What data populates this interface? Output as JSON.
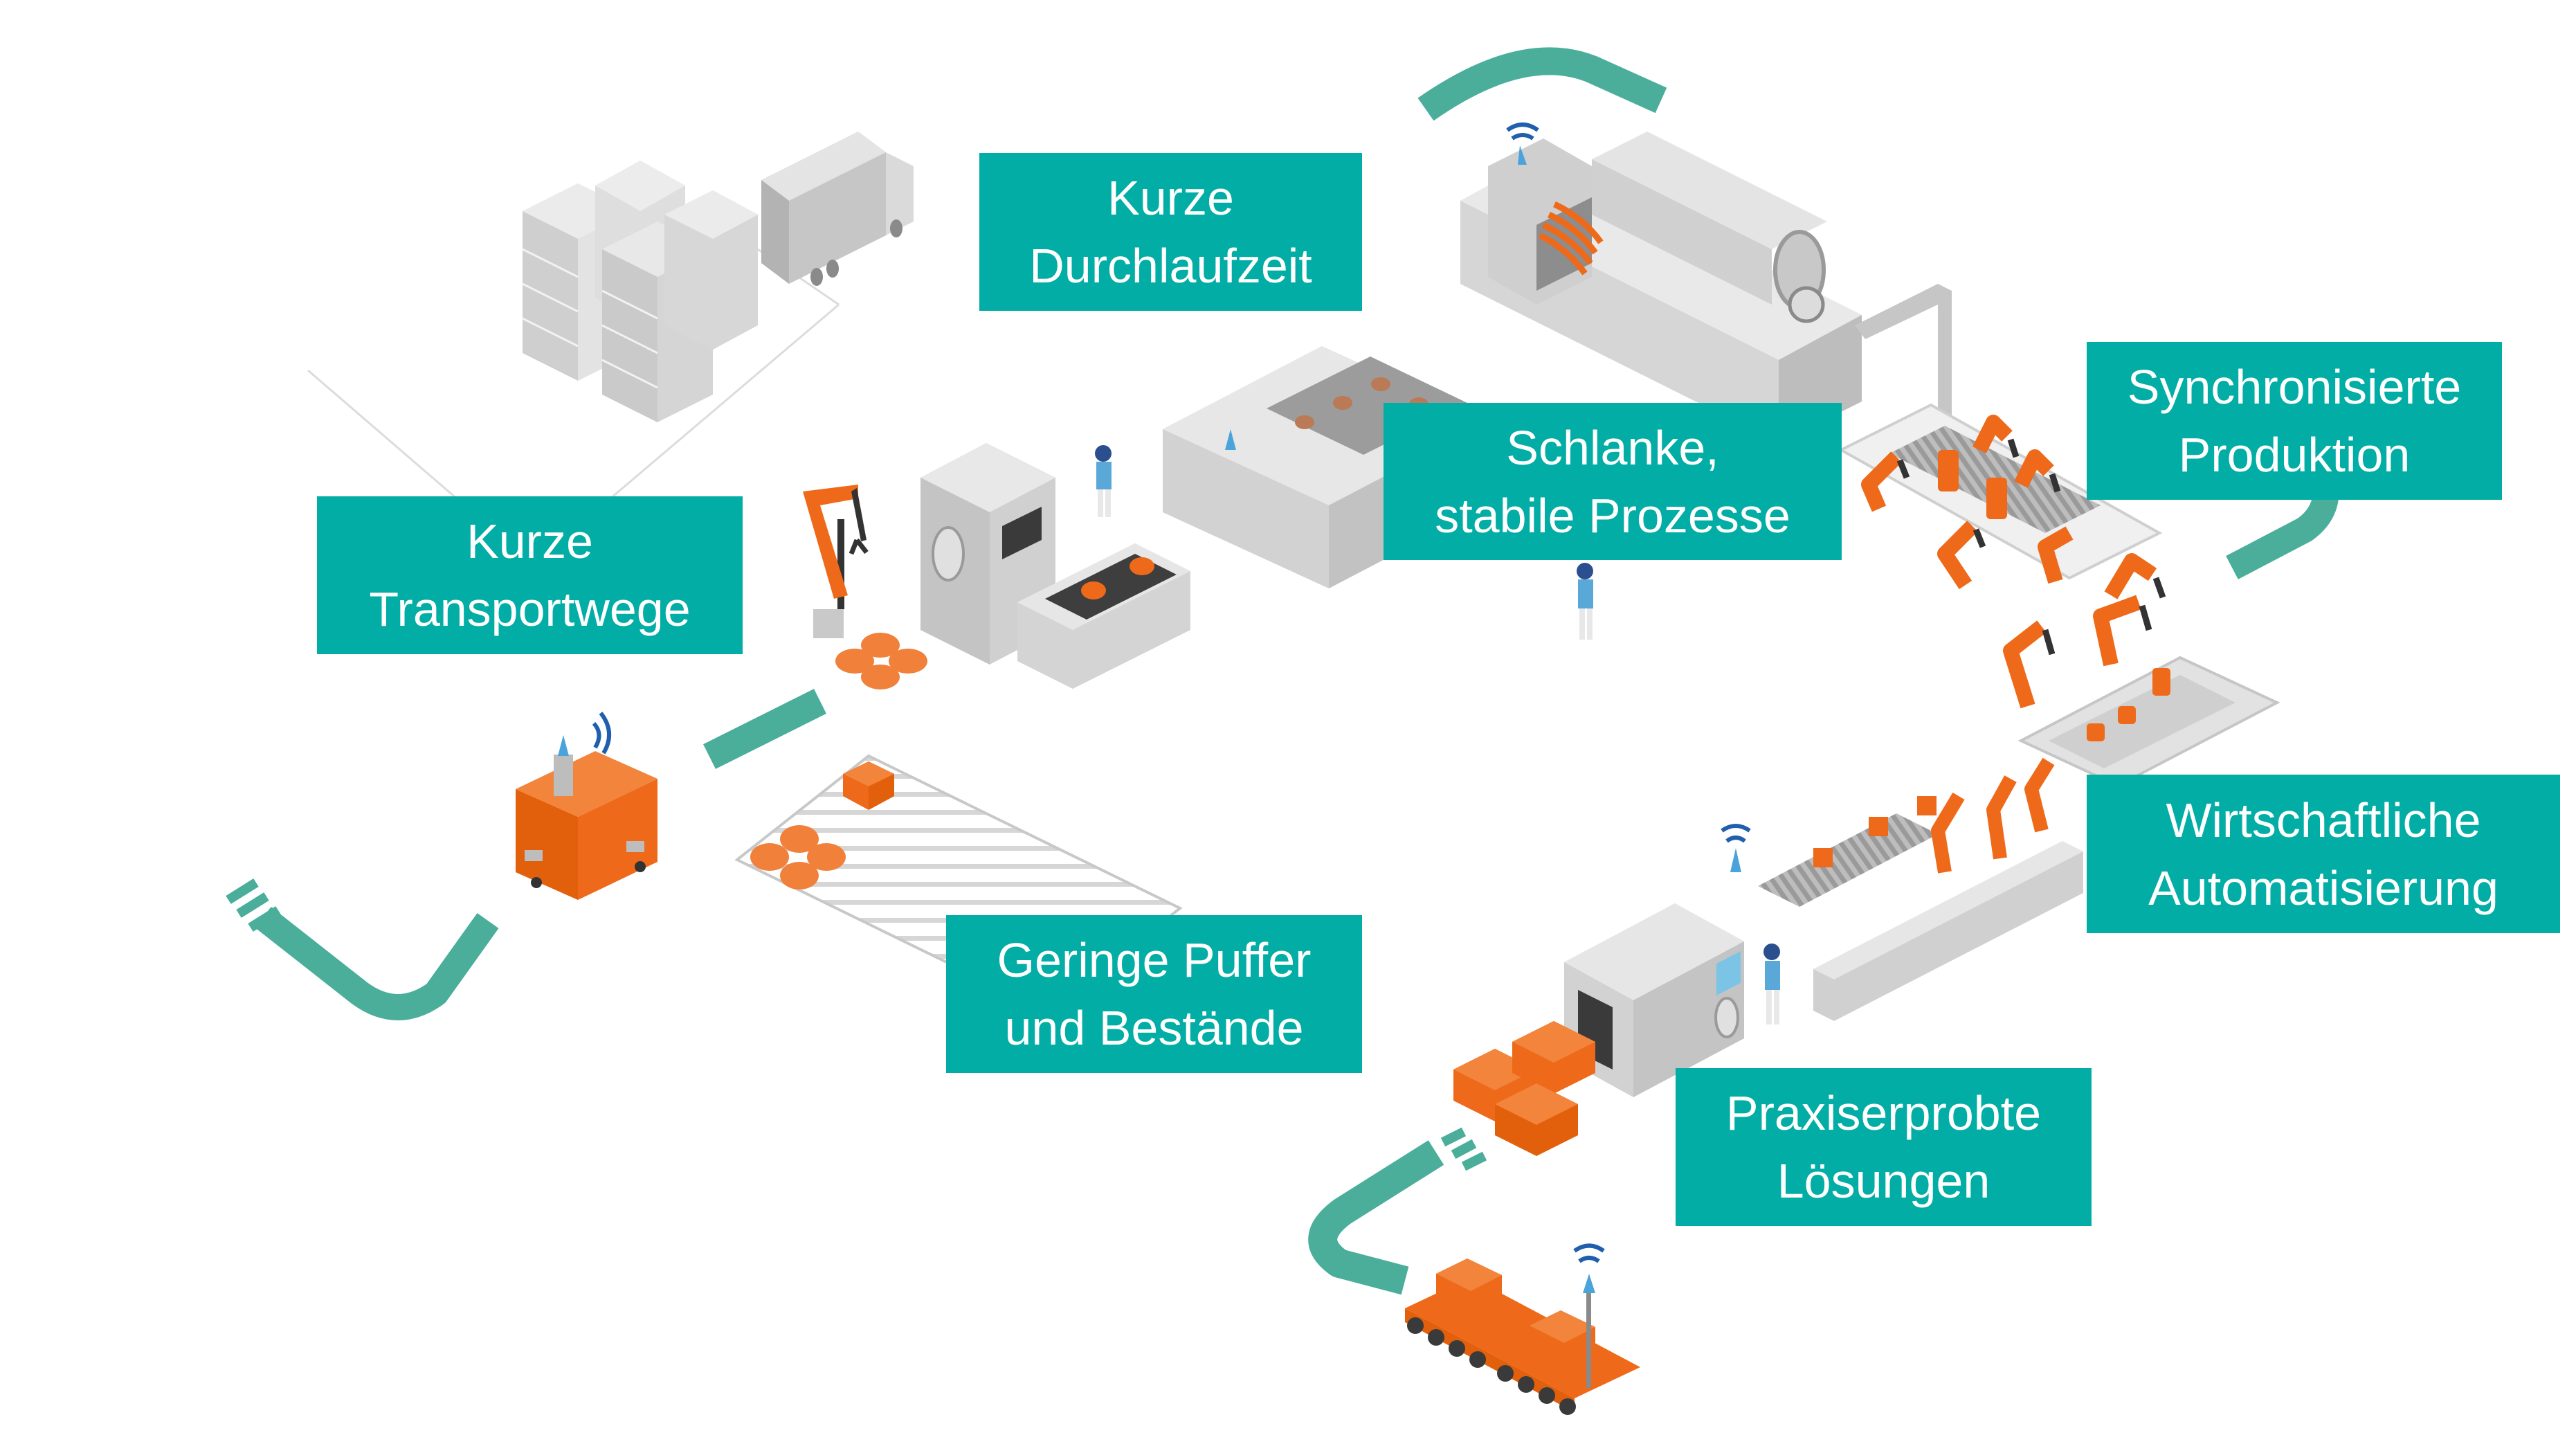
{
  "colors": {
    "label_bg": "#02ADA5",
    "label_text": "#FFFFFF",
    "path": "#4AAE9B",
    "orange": "#EE6A1A",
    "orange_dark": "#E25F0C",
    "orange_light": "#F2843B",
    "machine_light": "#E6E6E6",
    "machine_mid": "#CFCFCF",
    "machine_dark": "#A9A9A9",
    "wifi": "#1F5FAD",
    "beacon": "#4BA3DC",
    "worker_vest": "#5AA8D8"
  },
  "labels": [
    {
      "id": "durchlauf",
      "lines": [
        "Kurze",
        "Durchlaufzeit"
      ]
    },
    {
      "id": "schlank",
      "lines": [
        "Schlanke,",
        "stabile Prozesse"
      ]
    },
    {
      "id": "sync",
      "lines": [
        "Synchronisierte",
        "Produktion"
      ]
    },
    {
      "id": "transport",
      "lines": [
        "Kurze",
        "Transportwege"
      ]
    },
    {
      "id": "puffer",
      "lines": [
        "Geringe Puffer",
        "und Bestände"
      ]
    },
    {
      "id": "wirtschaft",
      "lines": [
        "Wirtschaftliche",
        "Automatisierung"
      ]
    },
    {
      "id": "praxis",
      "lines": [
        "Praxiserprobte",
        "Lösungen"
      ]
    }
  ],
  "illustration": {
    "elements": [
      "warehouse-stacks",
      "delivery-truck",
      "agv-robot",
      "robot-arm",
      "parts-buffer-zone",
      "oven-machine",
      "conveyor-machine",
      "worker",
      "press-machine",
      "robot-cell-conveyor",
      "assembly-line",
      "packaging-machine",
      "finished-boxes",
      "transport-train",
      "flow-path-arrows"
    ]
  }
}
